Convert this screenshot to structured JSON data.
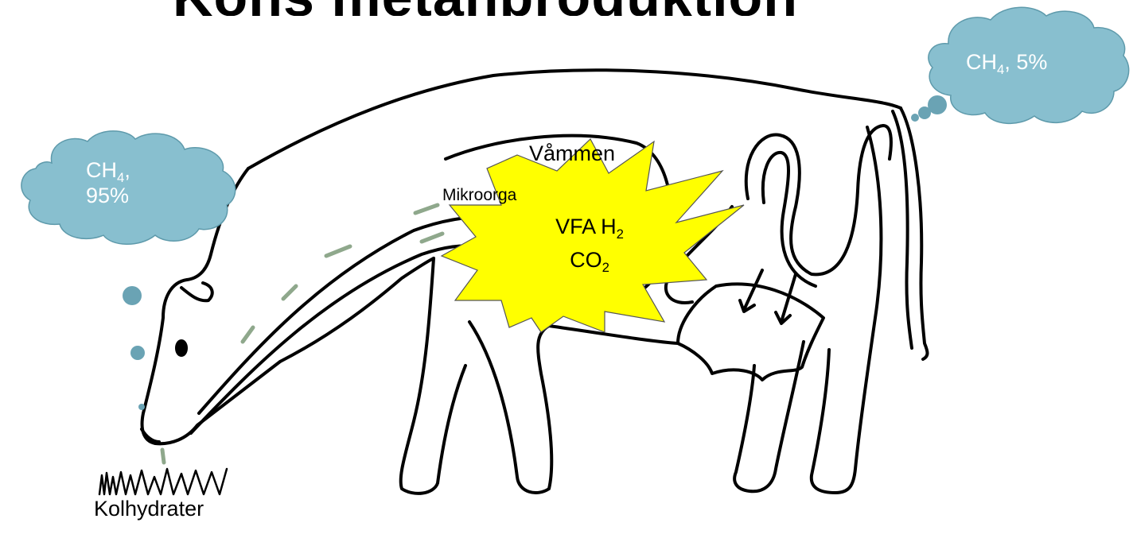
{
  "title": "Kons metanproduktion",
  "labels": {
    "rumen": "Våmmen",
    "microbes": "Mikroorganismer",
    "grass": "Kolhydrater"
  },
  "clouds": {
    "mouth": {
      "gas": "CH",
      "sub": "4",
      "sep": ",",
      "percent": "95%"
    },
    "rear": {
      "gas": "CH",
      "sub": "4",
      "sep": ", ",
      "percent": "5%"
    }
  },
  "products": {
    "vfa": "VFA",
    "h2": "H",
    "h2_sub": "2",
    "co2": "CO",
    "co2_sub": "2"
  },
  "colors": {
    "cloud_fill": "#88bfcf",
    "cloud_stroke": "#5e9aab",
    "bubble": "#6aa3b4",
    "star_fill": "#ffff00",
    "dash_arrow": "#8fa88c",
    "outline": "#000000"
  }
}
